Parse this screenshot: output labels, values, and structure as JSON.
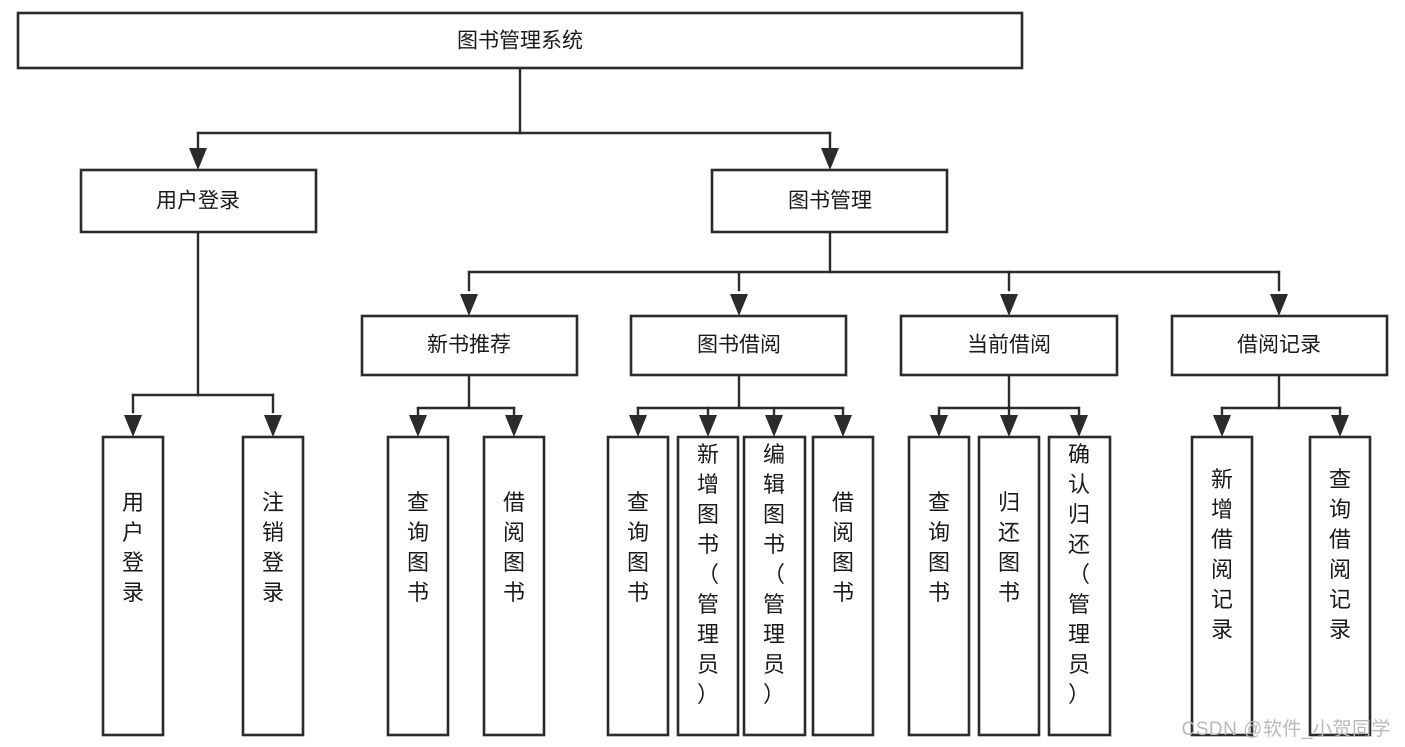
{
  "diagram": {
    "type": "tree-hierarchy",
    "orientation": "top-down",
    "watermark": "CSDN @软件_小贺同学",
    "colors": {
      "stroke": "#2b2b2b",
      "fill": "#ffffff",
      "text": "#1a1a1a",
      "watermark": "#b9b9b9"
    },
    "root": {
      "label": "图书管理系统"
    },
    "level2": [
      {
        "label": "用户登录"
      },
      {
        "label": "图书管理"
      }
    ],
    "level3": [
      {
        "label": "新书推荐"
      },
      {
        "label": "图书借阅"
      },
      {
        "label": "当前借阅"
      },
      {
        "label": "借阅记录"
      }
    ],
    "leaves": {
      "user_login": [
        {
          "label": "用户登录"
        },
        {
          "label": "注销登录"
        }
      ],
      "new_book_recommend": [
        {
          "label": "查询图书"
        },
        {
          "label": "借阅图书"
        }
      ],
      "book_borrow": [
        {
          "label": "查询图书"
        },
        {
          "label": "新增图书（管理员）"
        },
        {
          "label": "编辑图书（管理员）"
        },
        {
          "label": "借阅图书"
        }
      ],
      "current_borrow": [
        {
          "label": "查询图书"
        },
        {
          "label": "归还图书"
        },
        {
          "label": "确认归还（管理员）"
        }
      ],
      "borrow_record": [
        {
          "label": "新增借阅记录"
        },
        {
          "label": "查询借阅记录"
        }
      ]
    }
  }
}
